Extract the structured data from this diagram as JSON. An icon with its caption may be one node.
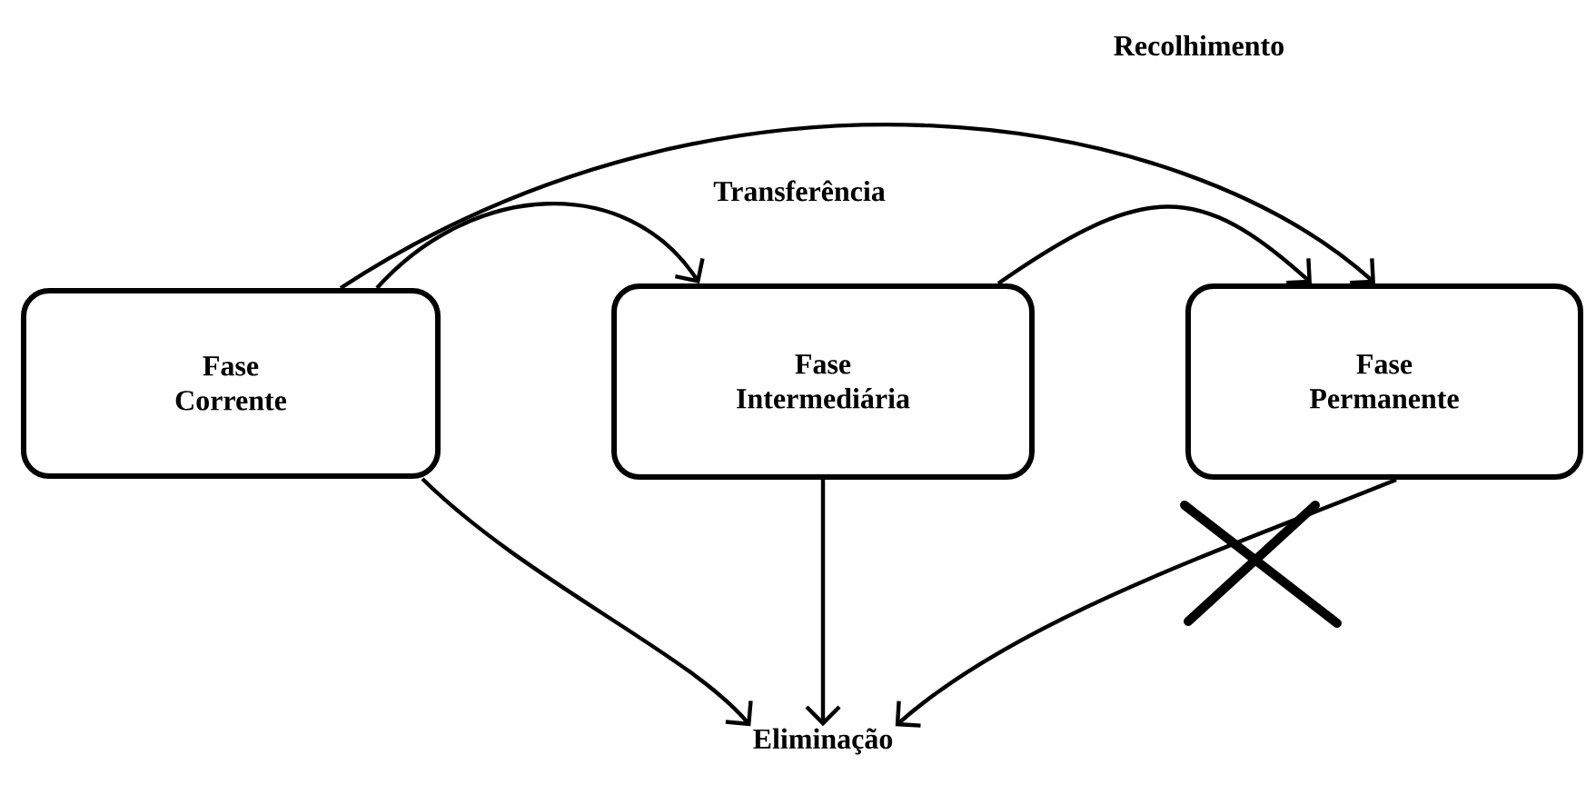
{
  "diagram": {
    "nodes": [
      {
        "text": [
          "Fase Corrente"
        ]
      },
      {
        "text": [
          "Fase Intermediária"
        ]
      },
      {
        "text": [
          "Fase Permanente"
        ]
      },
      {
        "text": [
          "Eliminação"
        ]
      }
    ],
    "edges": [
      {
        "from": 0,
        "to": 2,
        "arrow": "to",
        "label": "Recolhimento"
      },
      {
        "from": 0,
        "to": 1,
        "arrow": "to",
        "label": "Transferência"
      },
      {
        "from": 1,
        "to": 2,
        "arrow": "to"
      },
      {
        "from": 0,
        "to": 3,
        "arrow": "to"
      },
      {
        "from": 1,
        "to": 3,
        "arrow": "to"
      },
      {
        "from": 2,
        "to": 3,
        "arrow": "to"
      }
    ]
  }
}
